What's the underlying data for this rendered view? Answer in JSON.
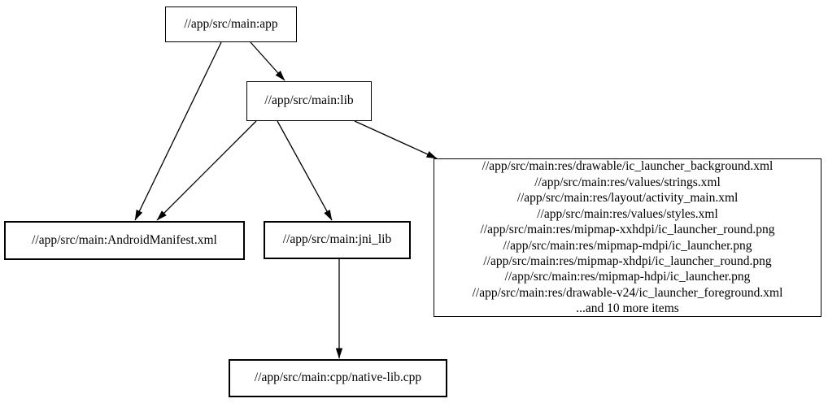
{
  "graph": {
    "background_color": "#ffffff",
    "node_border_color": "#000000",
    "edge_color": "#000000",
    "text_color": "#000000",
    "nodes": {
      "app": {
        "label": "//app/src/main:app"
      },
      "lib": {
        "label": "//app/src/main:lib"
      },
      "manifest": {
        "label": "//app/src/main:AndroidManifest.xml"
      },
      "jni_lib": {
        "label": "//app/src/main:jni_lib"
      },
      "native": {
        "label": "//app/src/main:cpp/native-lib.cpp"
      },
      "resources": {
        "lines": [
          "//app/src/main:res/drawable/ic_launcher_background.xml",
          "//app/src/main:res/values/strings.xml",
          "//app/src/main:res/layout/activity_main.xml",
          "//app/src/main:res/values/styles.xml",
          "//app/src/main:res/mipmap-xxhdpi/ic_launcher_round.png",
          "//app/src/main:res/mipmap-mdpi/ic_launcher.png",
          "//app/src/main:res/mipmap-xhdpi/ic_launcher_round.png",
          "//app/src/main:res/mipmap-hdpi/ic_launcher.png",
          "//app/src/main:res/drawable-v24/ic_launcher_foreground.xml",
          "...and 10 more items"
        ]
      }
    },
    "edges": [
      {
        "from": "app",
        "to": "lib"
      },
      {
        "from": "app",
        "to": "manifest"
      },
      {
        "from": "lib",
        "to": "manifest"
      },
      {
        "from": "lib",
        "to": "jni_lib"
      },
      {
        "from": "lib",
        "to": "resources"
      },
      {
        "from": "jni_lib",
        "to": "native"
      }
    ]
  }
}
